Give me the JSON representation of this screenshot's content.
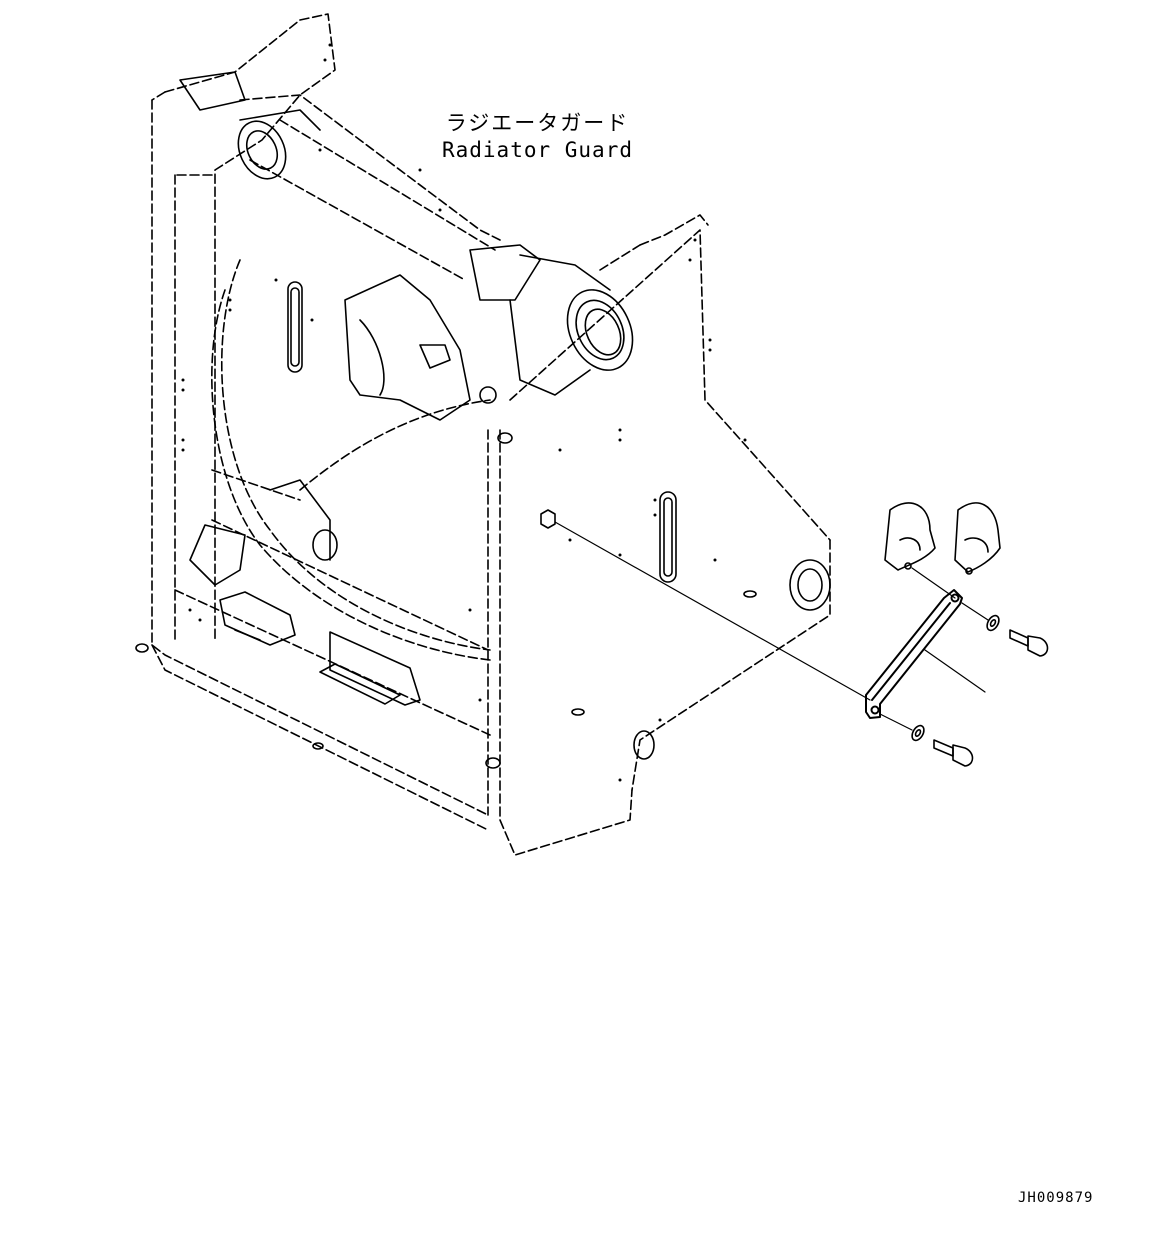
{
  "callout": {
    "japanese": "ラジエータガード",
    "english": "Radiator Guard"
  },
  "drawing_number": "JH009879",
  "colors": {
    "line": "#000000",
    "background": "#ffffff"
  }
}
